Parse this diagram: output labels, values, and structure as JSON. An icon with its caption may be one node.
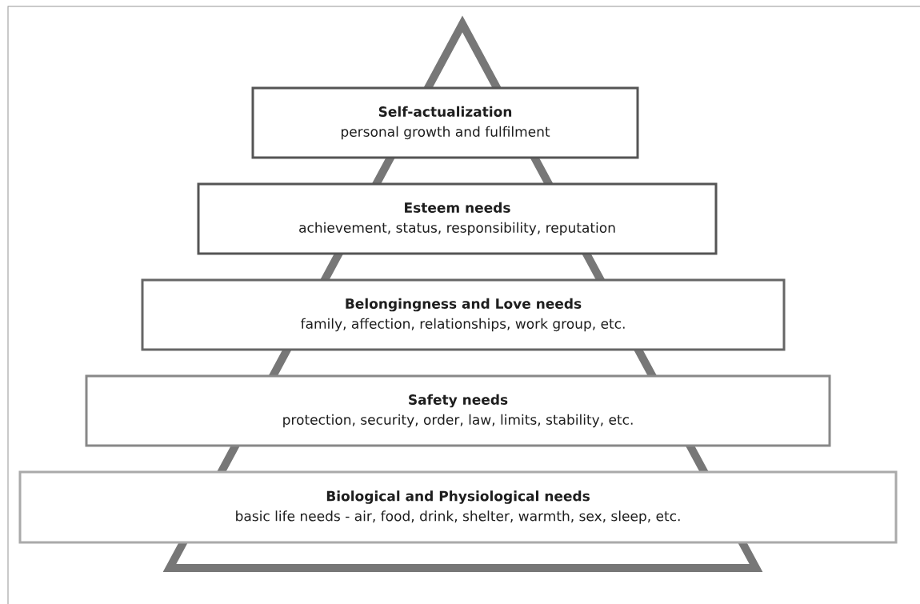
{
  "diagram": {
    "nodes": [
      {
        "text": [
          "Self-actualization",
          "personal growth and fulfilment"
        ]
      },
      {
        "text": [
          "Esteem needs",
          "achievement, status, responsibility, reputation"
        ]
      },
      {
        "text": [
          "Belongingness and Love needs",
          "family, affection, relationships, work group, etc."
        ]
      },
      {
        "text": [
          "Safety needs",
          "protection, security, order, law, limits, stability, etc."
        ]
      },
      {
        "text": [
          "Biological and Physiological needs",
          "basic life needs - air, food, drink, shelter, warmth, sex, sleep, etc."
        ]
      }
    ]
  }
}
